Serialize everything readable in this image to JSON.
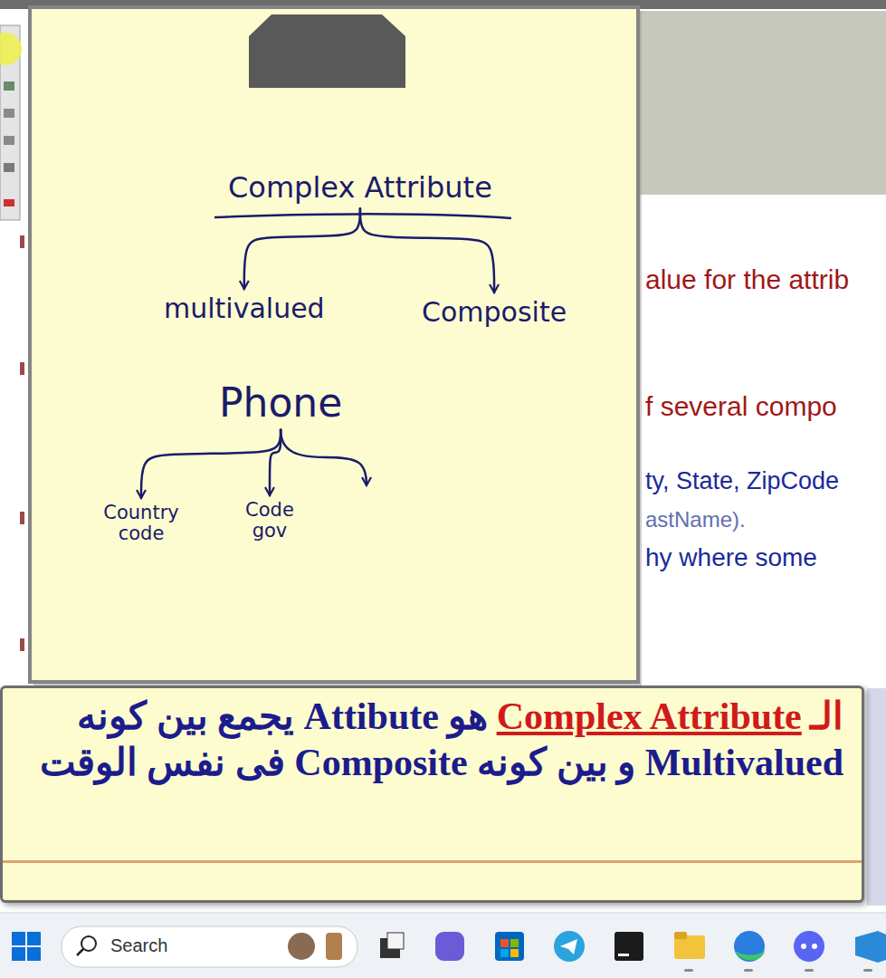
{
  "diagram": {
    "nodes": [
      {
        "text": [
          "Complex Attribute"
        ]
      },
      {
        "text": [
          "multivalued"
        ]
      },
      {
        "text": [
          "Composite"
        ]
      },
      {
        "text": [
          "Phone"
        ]
      },
      {
        "text": [
          "Country code"
        ]
      },
      {
        "text": [
          "Code gov"
        ]
      },
      {
        "text": [
          "الـ",
          "Complex Attribute",
          "هو Attibute يجمع بين كونه Multivalued و بين كونه Composite فى نفس الوقت"
        ]
      }
    ],
    "edges": [
      {
        "from": 0,
        "to": 1,
        "arrow": "to"
      },
      {
        "from": 0,
        "to": 2,
        "arrow": "to"
      },
      {
        "from": 3,
        "to": 4,
        "arrow": "to"
      },
      {
        "from": 3,
        "to": 5,
        "arrow": "to"
      }
    ],
    "labels": [
      "alue for the attrib",
      "f several compo",
      "ty, State, ZipCode",
      "astName).",
      "hy where some",
      "Search"
    ]
  }
}
